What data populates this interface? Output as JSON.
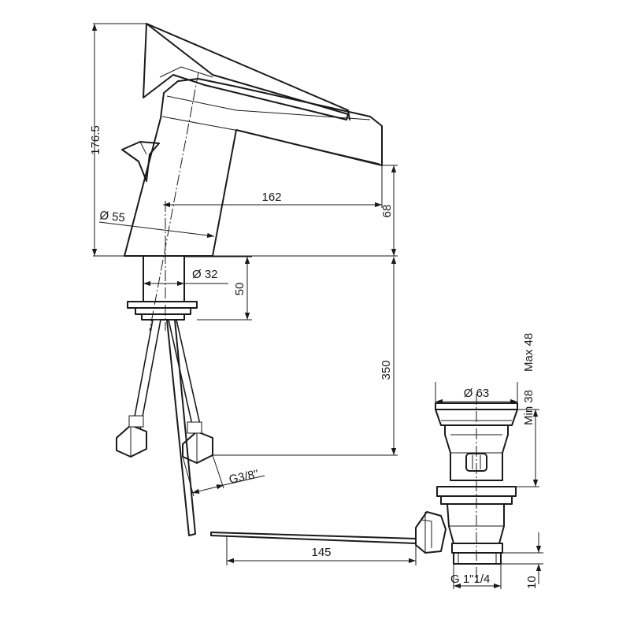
{
  "dimensions": {
    "overall_height": "176.5",
    "spout_reach": "162",
    "spout_height": "68",
    "body_diameter": "Ø 55",
    "shank_diameter": "Ø 32",
    "shank_length": "50",
    "hose_length": "350",
    "hose_thread": "G3/8\"",
    "waste_diameter": "Ø 63",
    "waste_min": "Min 38",
    "waste_max": "Max 48",
    "rod_length": "145",
    "waste_thread": "G 1\"1/4",
    "waste_tail": "10"
  },
  "colors": {
    "line": "#1a1a1a",
    "background": "#ffffff"
  }
}
